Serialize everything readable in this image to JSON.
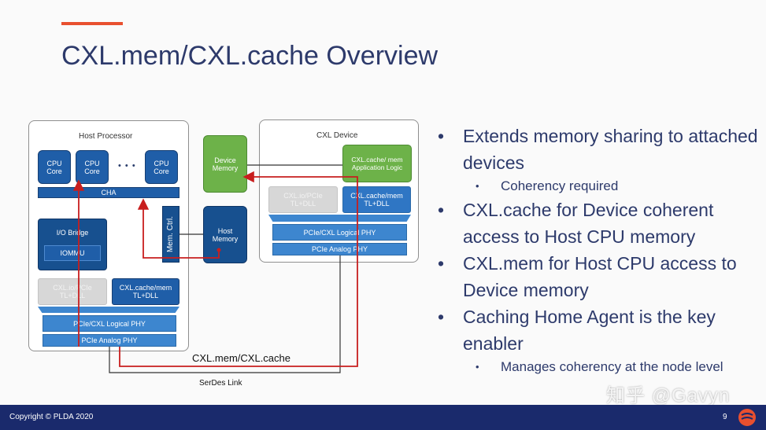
{
  "slide": {
    "title": "CXL.mem/CXL.cache Overview",
    "accent_color": "#e8502f",
    "title_color": "#2d3a6b"
  },
  "diagram": {
    "host": {
      "title": "Host Processor",
      "cpu_cores": [
        "CPU Core",
        "CPU Core",
        "CPU Core"
      ],
      "ellipsis": "• • •",
      "cha": "CHA",
      "io_bridge": "I/O Bridge",
      "iommu": "IOMMU",
      "mem_ctrl": "Mem. Ctrl.",
      "cxl_io": "CXL.io/PCIe TL+DLL",
      "cxl_cachemem": "CXL.cache/mem TL+DLL",
      "logical_phy": "PCIe/CXL Logical PHY",
      "analog_phy": "PCIe Analog PHY"
    },
    "device_memory": "Device Memory",
    "host_memory": "Host Memory",
    "device": {
      "title": "CXL Device",
      "app_logic": "CXL.cache/ mem Application Logic",
      "cxl_io": "CXL.io/PCIe TL+DLL",
      "cxl_cachemem": "CXL.cache/mem TL+DLL",
      "logical_phy": "PCIe/CXL Logical PHY",
      "analog_phy": "PCIe Analog PHY"
    },
    "link_label": "CXL.mem/CXL.cache",
    "serdes_label": "SerDes Link",
    "path_color": "#c81e1e"
  },
  "bullets": {
    "b1": "Extends memory sharing to attached devices",
    "b1_sub": "Coherency required",
    "b2": "CXL.cache for Device coherent access to Host CPU memory",
    "b3": "CXL.mem for Host CPU access to Device memory",
    "b4": "Caching Home Agent is the key enabler",
    "b4_sub": "Manages coherency at the node level"
  },
  "footer": {
    "copyright": "Copyright © PLDA 2020",
    "page_number": "9"
  },
  "watermark": "知乎 @Gavyn"
}
